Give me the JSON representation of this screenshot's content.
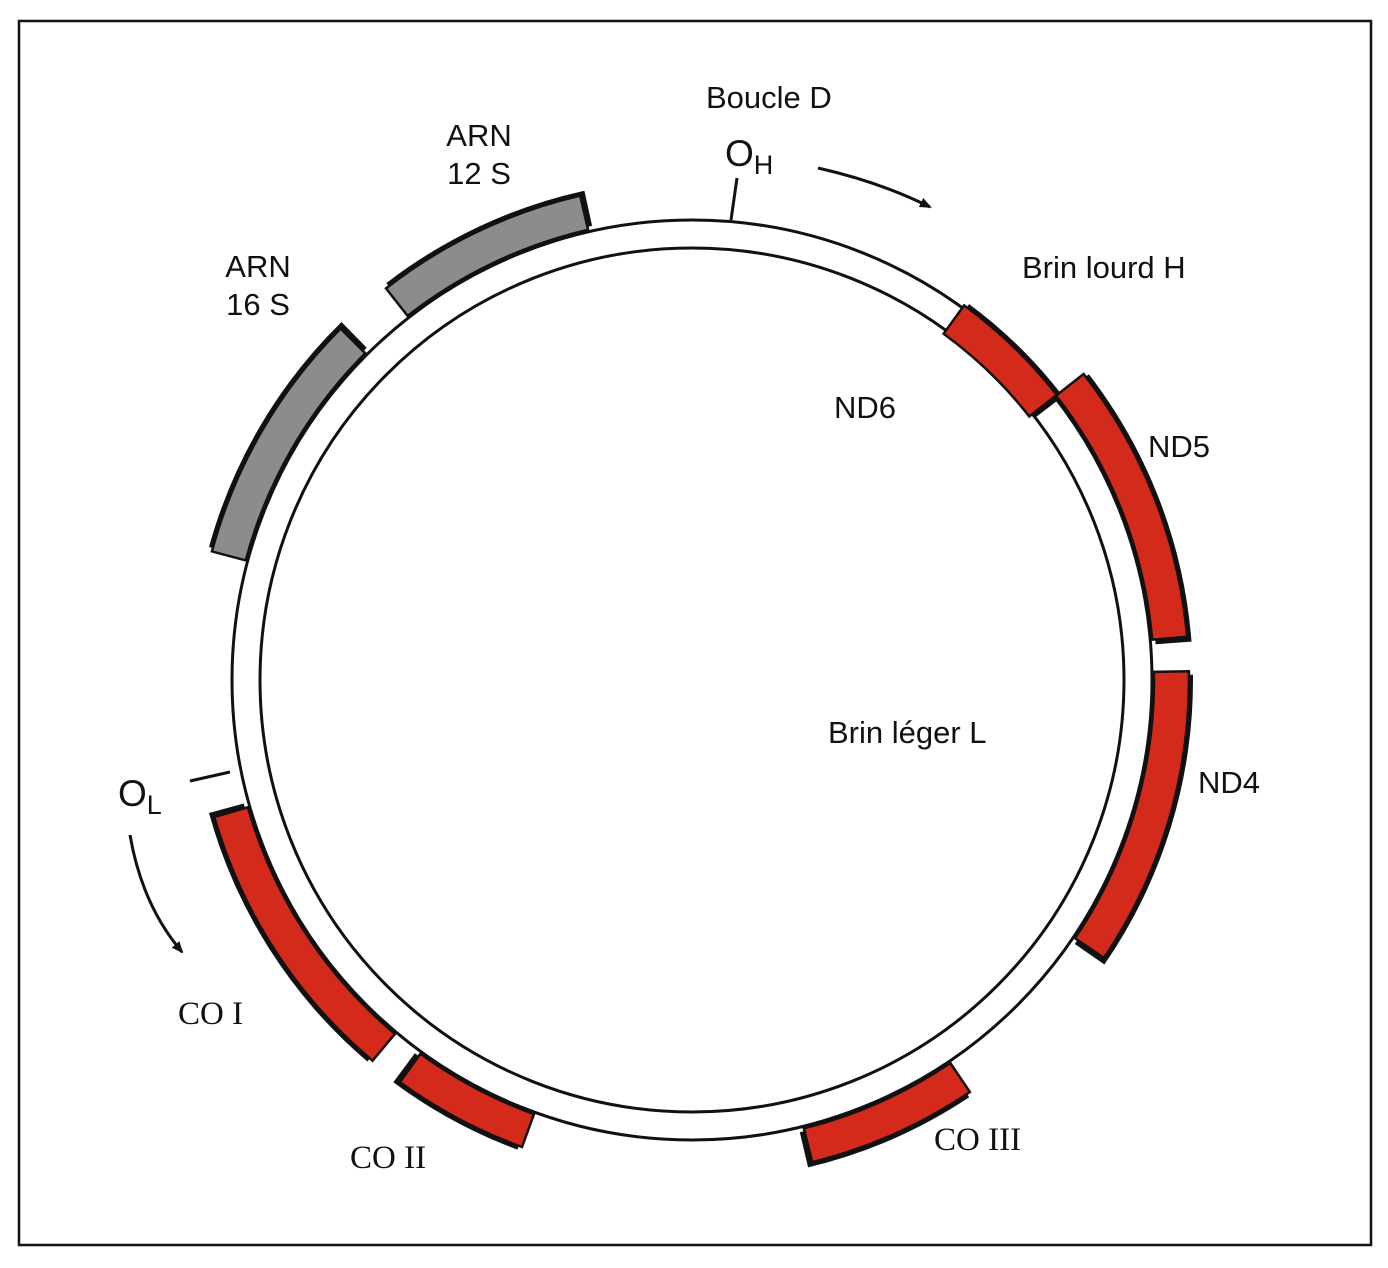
{
  "colors": {
    "background": "#ffffff",
    "frame": "#111111",
    "strand_outline": "#111111",
    "protein_gene": "#d42a1c",
    "rrna_gene": "#8c8c8c",
    "gene_shadow": "#111111"
  },
  "labels": {
    "d_loop": "Boucle D",
    "oh_main": "O",
    "oh_sub": "H",
    "ol_main": "O",
    "ol_sub": "L",
    "heavy_strand": "Brin lourd H",
    "light_strand": "Brin léger L",
    "arn12_line1": "ARN",
    "arn12_line2": "12 S",
    "arn16_line1": "ARN",
    "arn16_line2": "16 S",
    "nd6": "ND6",
    "nd5": "ND5",
    "nd4": "ND4",
    "co1": "CO I",
    "co2": "CO II",
    "co3": "CO III"
  },
  "genes": [
    {
      "id": "rrna-12s",
      "label_key": "arn12_line1",
      "type": "rRNA",
      "position": "outer",
      "start_deg": -38,
      "end_deg": -13,
      "icon": "gray-arc"
    },
    {
      "id": "rrna-16s",
      "label_key": "arn16_line1",
      "type": "rRNA",
      "position": "outer",
      "start_deg": -75,
      "end_deg": -45,
      "icon": "gray-arc"
    },
    {
      "id": "nd6",
      "label_key": "nd6",
      "type": "protein",
      "position": "inner",
      "start_deg": 36,
      "end_deg": 52,
      "icon": "red-arc"
    },
    {
      "id": "nd5",
      "label_key": "nd5",
      "type": "protein",
      "position": "outer",
      "start_deg": 52,
      "end_deg": 85,
      "icon": "red-arc"
    },
    {
      "id": "nd4",
      "label_key": "nd4",
      "type": "protein",
      "position": "outer",
      "start_deg": 89,
      "end_deg": 124,
      "icon": "red-arc"
    },
    {
      "id": "co3",
      "label_key": "co3",
      "type": "protein",
      "position": "outer",
      "start_deg": 146,
      "end_deg": 166,
      "icon": "red-arc"
    },
    {
      "id": "co2",
      "label_key": "co2",
      "type": "protein",
      "position": "outer",
      "start_deg": 200,
      "end_deg": 216,
      "icon": "red-arc"
    },
    {
      "id": "co1",
      "label_key": "co1",
      "type": "protein",
      "position": "outer",
      "start_deg": 220,
      "end_deg": 254,
      "icon": "red-arc"
    }
  ]
}
